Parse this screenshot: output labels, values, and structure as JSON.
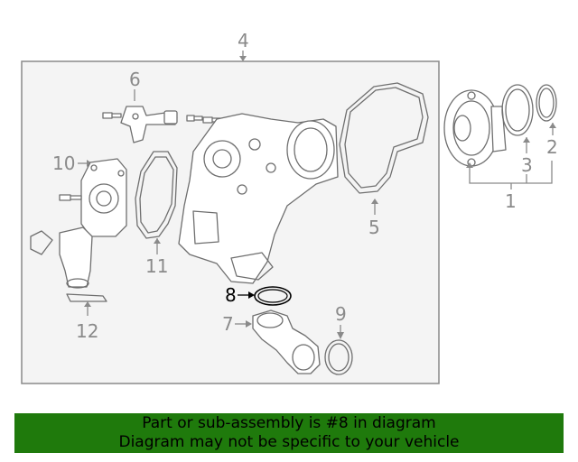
{
  "diagram": {
    "callouts": {
      "c1": "1",
      "c2": "2",
      "c3": "3",
      "c4": "4",
      "c5": "5",
      "c6": "6",
      "c7": "7",
      "c8": "8",
      "c9": "9",
      "c10": "10",
      "c11": "11",
      "c12": "12"
    },
    "highlight_part": "8",
    "colors": {
      "callout": "#8a8a8a",
      "highlight": "#000000",
      "panel_bg": "#f4f4f4",
      "banner_bg": "#1f7a0c"
    }
  },
  "banner": {
    "line1": "Part or sub-assembly is #8 in diagram",
    "line2": "Diagram may not be specific to your vehicle"
  }
}
